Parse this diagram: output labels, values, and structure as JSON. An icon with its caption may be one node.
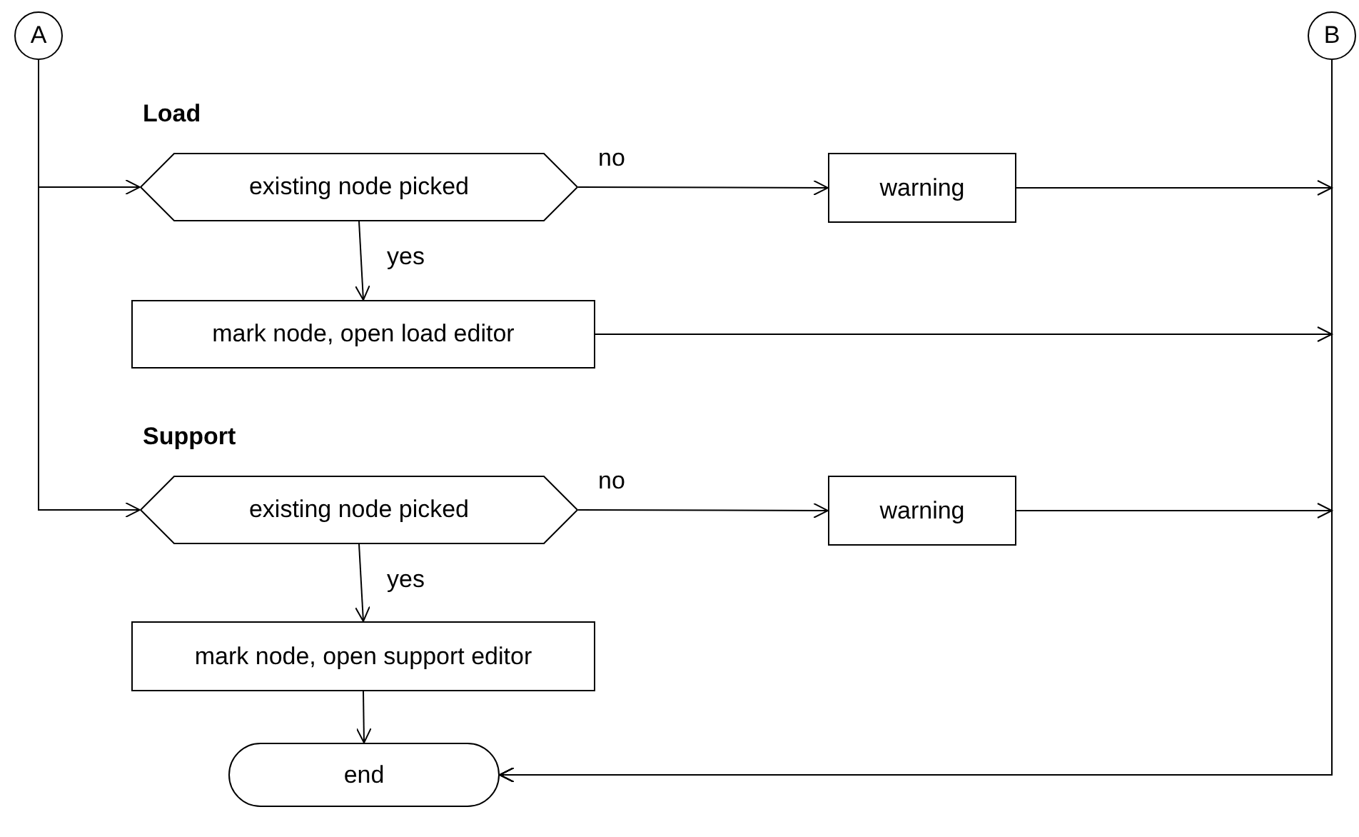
{
  "diagram": {
    "nodes": [
      {
        "text": [
          "A"
        ]
      },
      {
        "text": [
          "B"
        ]
      },
      {
        "text": [
          "existing node picked"
        ]
      },
      {
        "text": [
          "warning"
        ]
      },
      {
        "text": [
          "mark node, open load editor"
        ]
      },
      {
        "text": [
          "existing node picked"
        ]
      },
      {
        "text": [
          "warning"
        ]
      },
      {
        "text": [
          "mark node, open support editor"
        ]
      },
      {
        "text": [
          "end"
        ]
      }
    ],
    "edges": [
      {
        "from": 0,
        "to": 2,
        "arrow": "to"
      },
      {
        "from": 0,
        "to": 5,
        "arrow": "to"
      },
      {
        "from": 2,
        "to": 3,
        "arrow": "to",
        "label": "no"
      },
      {
        "from": 2,
        "to": 4,
        "arrow": "to",
        "label": "yes"
      },
      {
        "from": 3,
        "to": 8,
        "arrow": "to"
      },
      {
        "from": 4,
        "to": 8,
        "arrow": "to"
      },
      {
        "from": 5,
        "to": 6,
        "arrow": "to",
        "label": "no"
      },
      {
        "from": 5,
        "to": 7,
        "arrow": "to",
        "label": "yes"
      },
      {
        "from": 6,
        "to": 8,
        "arrow": "to"
      },
      {
        "from": 7,
        "to": 8,
        "arrow": "to"
      },
      {
        "from": 1,
        "to": 8,
        "arrow": "to"
      }
    ],
    "labels": [
      "Load",
      "Support"
    ]
  }
}
